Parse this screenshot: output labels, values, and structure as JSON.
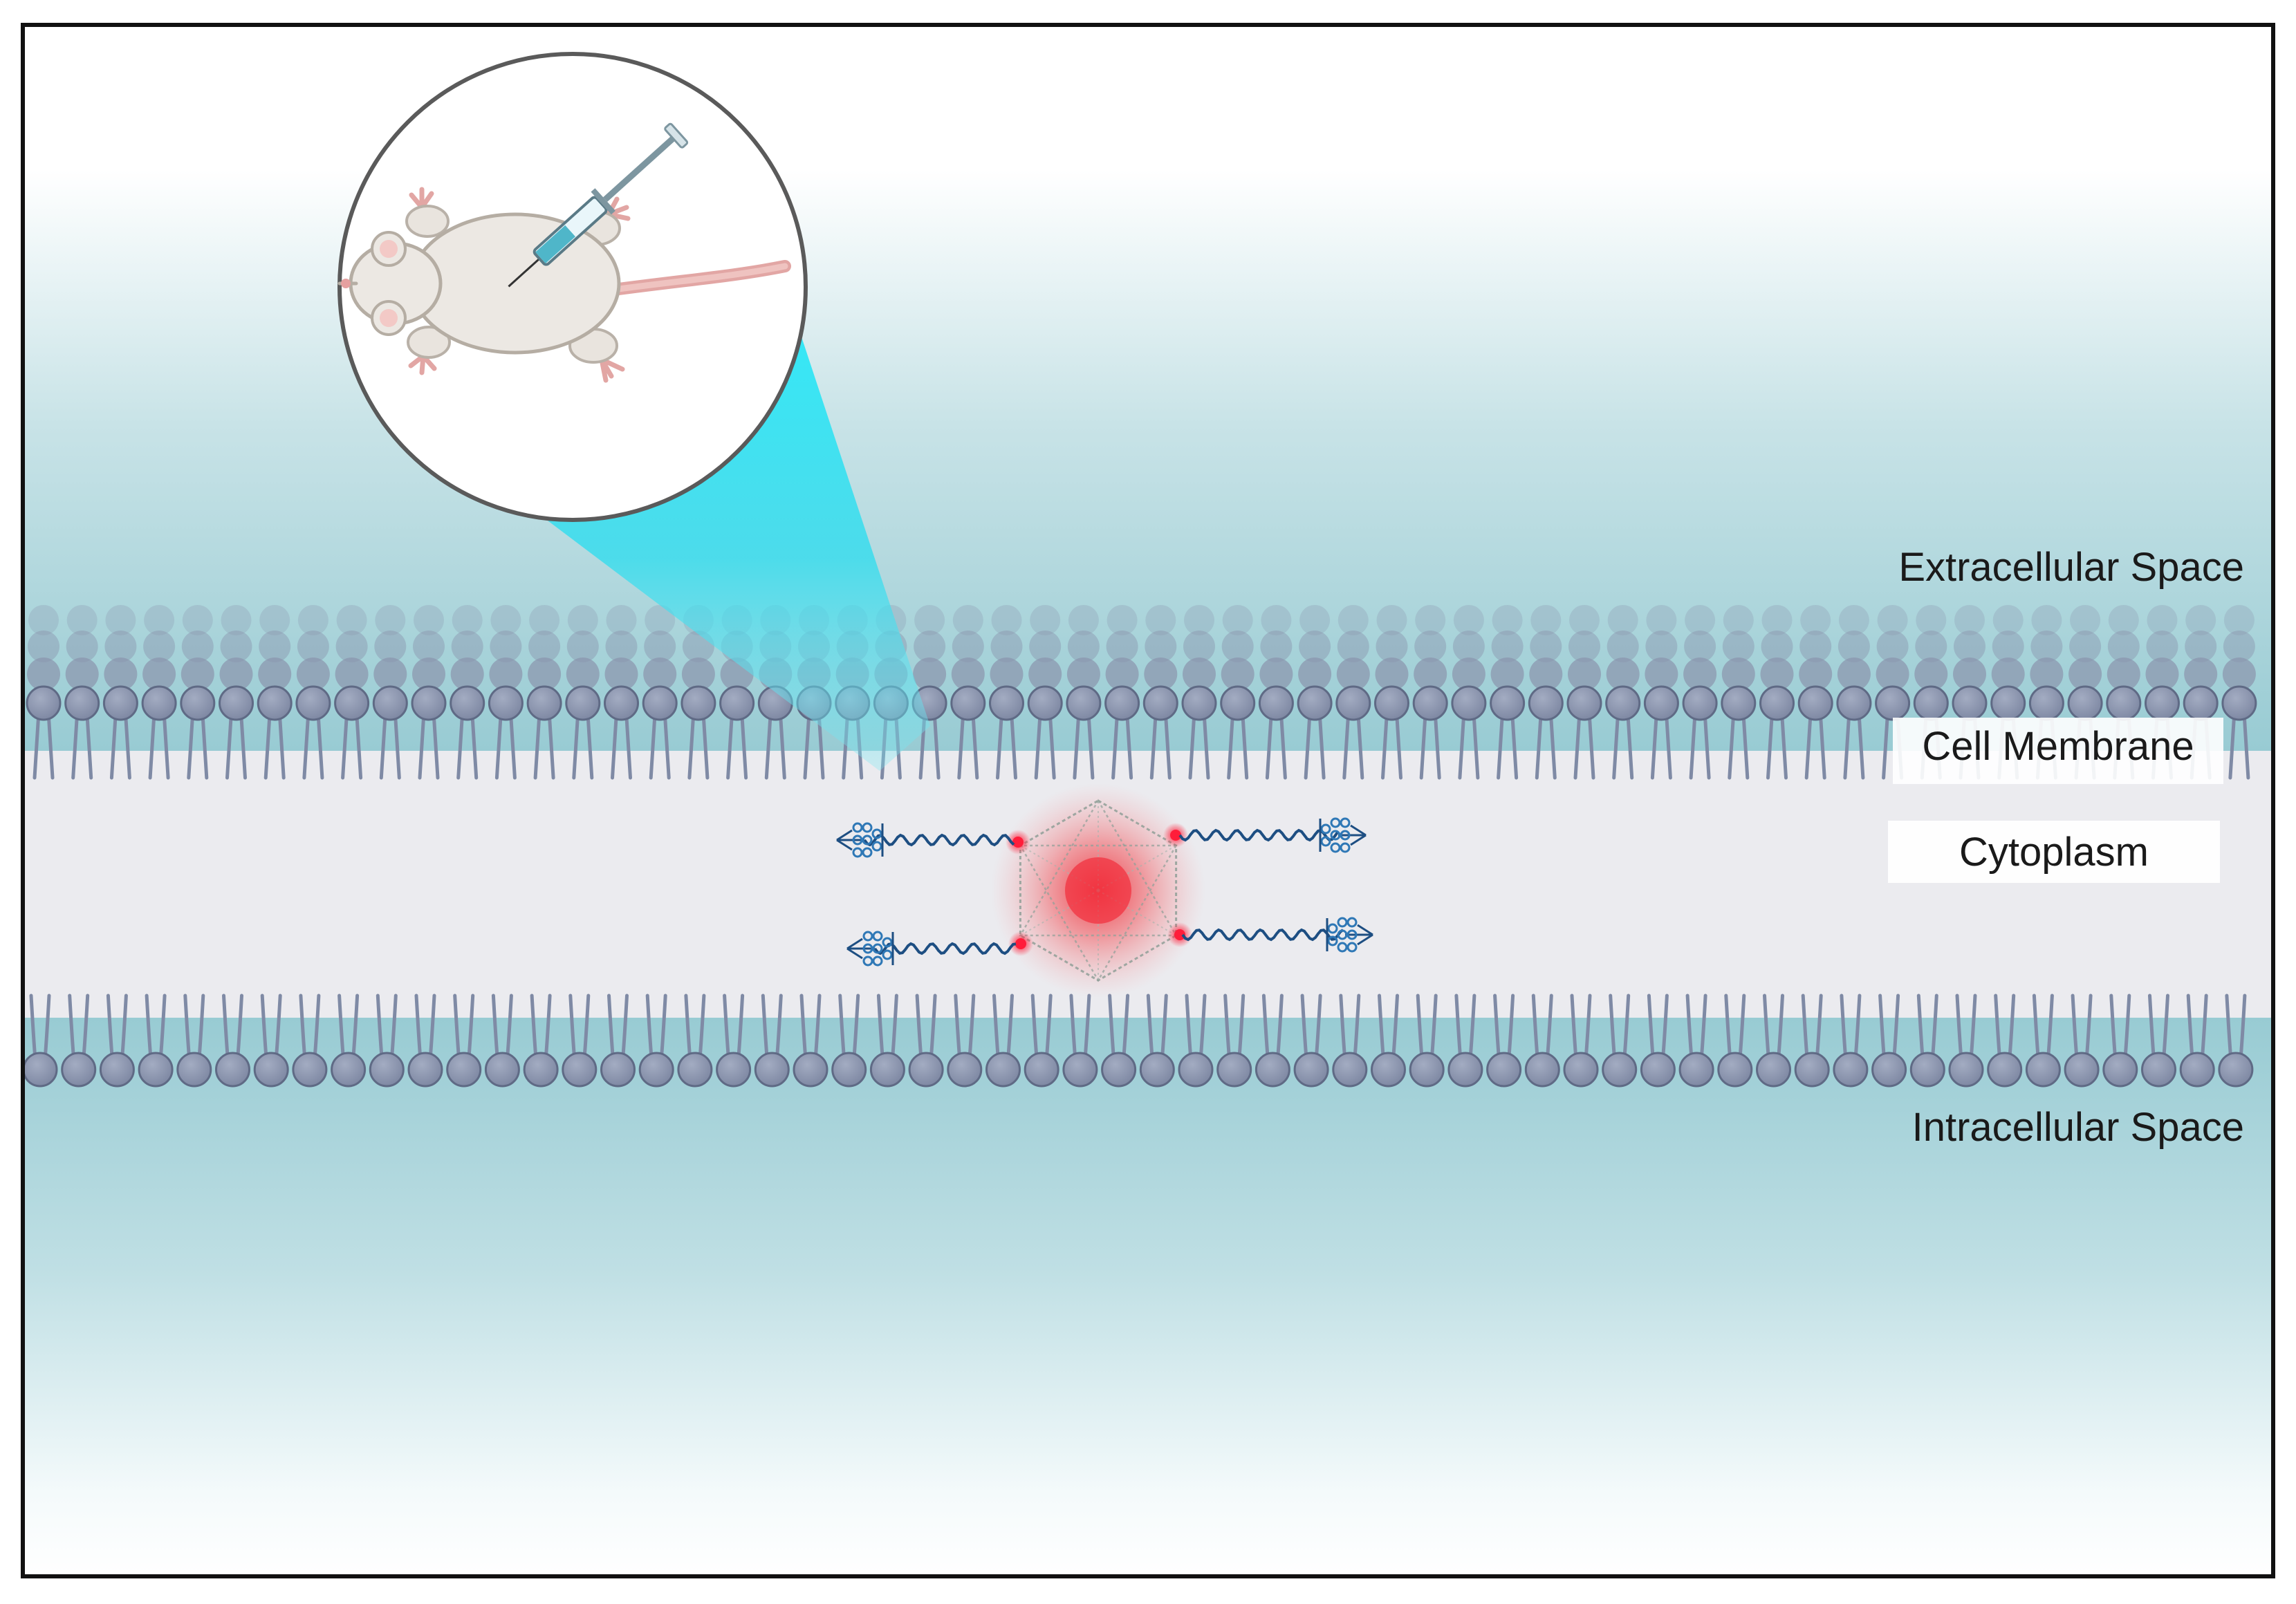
{
  "labels": {
    "extracellular": "Extracellular Space",
    "membrane": "Cell Membrane",
    "cytoplasm": "Cytoplasm",
    "intracellular": "Intracellular Space"
  },
  "colors": {
    "frame": "#111111",
    "fluid_teal": "#9ccfd6",
    "cytoplasm_gray": "#ebebef",
    "lipid_head": "#8a94ad",
    "lipid_head_stroke": "#5f6a85",
    "lipid_tail": "#7f8aa5",
    "callout_cyan": "#1fe6f7",
    "particle_glow": "#f0363f",
    "dna_strand": "#1d4e82"
  },
  "icons": {
    "inset": "mouse-injection-icon",
    "particle": "nanoparticle-icon",
    "strand": "dna-strand-icon"
  }
}
